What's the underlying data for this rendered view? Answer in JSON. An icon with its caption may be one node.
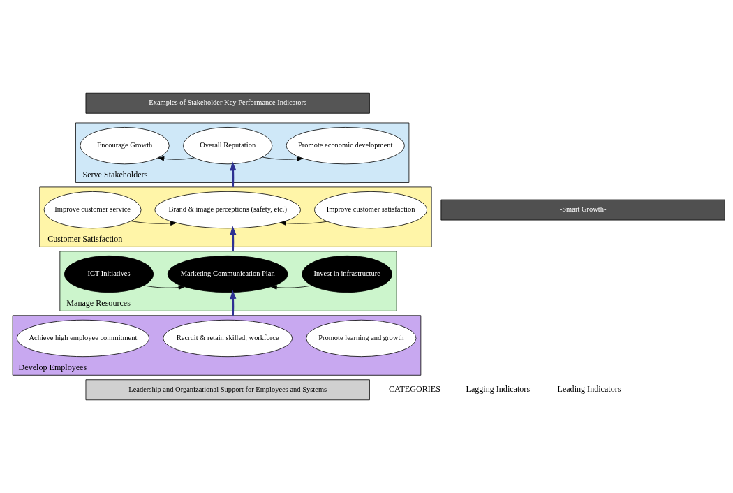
{
  "diagram": {
    "nodes": [
      {
        "text": [
          "Examples of Stakeholder Key Performance Indicators"
        ]
      },
      {
        "text": [
          "Serve Stakeholders"
        ]
      },
      {
        "text": [
          "Encourage Growth"
        ],
        "in": 1
      },
      {
        "text": [
          "Overall Reputation"
        ],
        "in": 1
      },
      {
        "text": [
          "Promote economic development"
        ],
        "in": 1
      },
      {
        "text": [
          "Customer Satisfaction"
        ]
      },
      {
        "text": [
          "Improve customer service"
        ],
        "in": 5
      },
      {
        "text": [
          "Brand & image perceptions (safety, etc.)"
        ],
        "in": 5
      },
      {
        "text": [
          "Improve customer satisfaction"
        ],
        "in": 5
      },
      {
        "text": [
          "Manage Resources"
        ]
      },
      {
        "text": [
          "ICT Initiatives"
        ],
        "in": 9
      },
      {
        "text": [
          "Marketing Communication Plan"
        ],
        "in": 9
      },
      {
        "text": [
          "Invest in infrastructure"
        ],
        "in": 9
      },
      {
        "text": [
          "Develop Employees"
        ]
      },
      {
        "text": [
          "Achieve high employee commitment"
        ],
        "in": 13
      },
      {
        "text": [
          "Recruit & retain skilled, workforce"
        ],
        "in": 13
      },
      {
        "text": [
          "Promote learning and growth"
        ],
        "in": 13
      },
      {
        "text": [
          "Leadership and Organizational Support for Employees and Systems"
        ]
      },
      {
        "text": [
          "-Smart Growth-"
        ]
      }
    ],
    "edges": [
      {
        "from": 3,
        "to": 2,
        "arrow": "to"
      },
      {
        "from": 3,
        "to": 4,
        "arrow": "to"
      },
      {
        "from": 6,
        "to": 7,
        "arrow": "to"
      },
      {
        "from": 8,
        "to": 7,
        "arrow": "to"
      },
      {
        "from": 10,
        "to": 11,
        "arrow": "to"
      },
      {
        "from": 12,
        "to": 11,
        "arrow": "to"
      },
      {
        "from": 13,
        "to": 11,
        "arrow": "to",
        "style": "thick",
        "color": "#2e3192"
      },
      {
        "from": 9,
        "to": 7,
        "arrow": "to",
        "style": "thick",
        "color": "#2e3192"
      },
      {
        "from": 5,
        "to": 3,
        "arrow": "to",
        "style": "thick",
        "color": "#2e3192"
      }
    ],
    "labels": [
      "CATEGORIES",
      "Lagging Indicators",
      "Leading Indicators"
    ]
  }
}
